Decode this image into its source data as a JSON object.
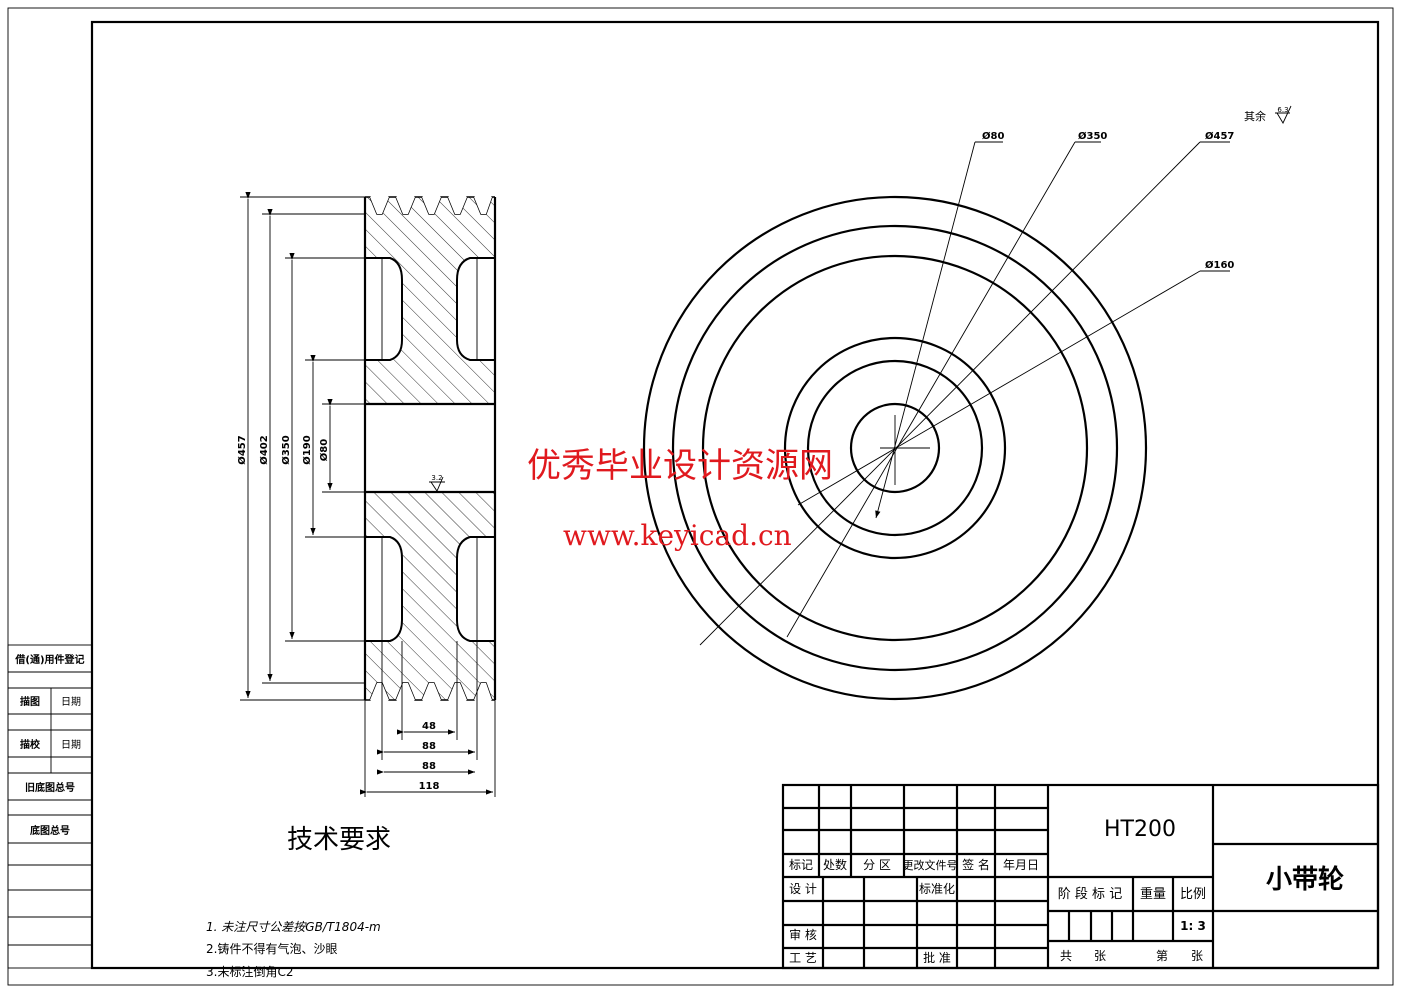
{
  "left_table": {
    "borrow_register": "借(通)用件登记",
    "trace": "描图",
    "date1": "日期",
    "trace_check": "描校",
    "date2": "日期",
    "old_base_no": "旧底图总号",
    "base_no": "底图总号"
  },
  "section_view": {
    "dims_diameter": [
      "Ø457",
      "Ø402",
      "Ø350",
      "Ø190",
      "Ø80"
    ],
    "dims_width": [
      "48",
      "88",
      "88",
      "118"
    ],
    "roughness_bore": "3.2"
  },
  "front_view": {
    "leaders": [
      "Ø80",
      "Ø350",
      "Ø457",
      "Ø160"
    ],
    "roughness_other_label": "其余",
    "roughness_other_value": "6.3"
  },
  "watermark": {
    "line1": "优秀毕业设计资源网",
    "line2": "www.keyicad.cn"
  },
  "tech_req": {
    "title": "技术要求",
    "items": [
      "1. 未注尺寸公差按GB/T1804-m",
      "2.铸件不得有气泡、沙眼",
      "3.未标注倒角C2"
    ]
  },
  "title_block": {
    "material": "HT200",
    "part_name": "小带轮",
    "headers": [
      "标记",
      "处数",
      "分 区",
      "更改文件号",
      "签 名",
      "年月日"
    ],
    "design": "设 计",
    "standardization": "标准化",
    "review": "审 核",
    "process": "工 艺",
    "approve": "批 准",
    "stage_mark": "阶 段 标 记",
    "weight": "重量",
    "scale_label": "比例",
    "scale_value": "1: 3",
    "total": "共",
    "sheets1": "张",
    "sheet_no": "第",
    "sheets2": "张"
  }
}
